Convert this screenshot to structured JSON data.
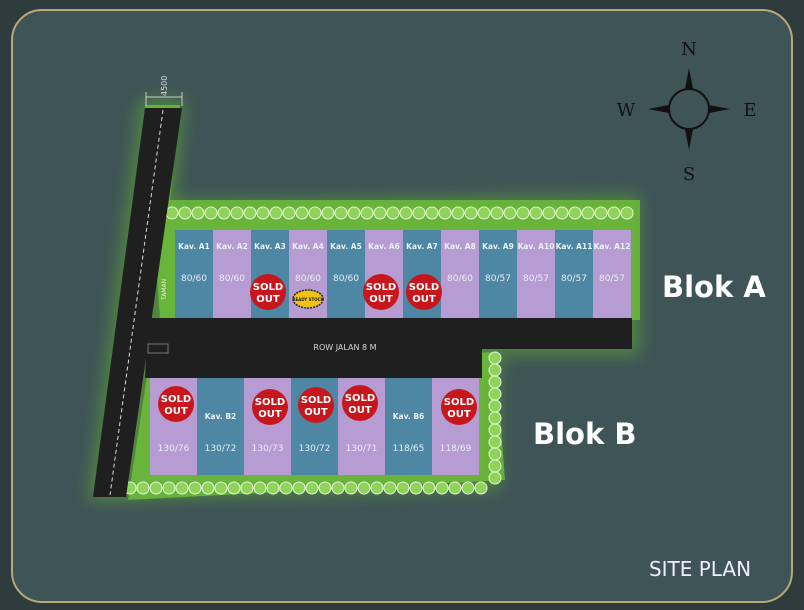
{
  "title": "SITE PLAN",
  "road_label": "ROW JALAN 8 M",
  "road_width_dimension": "4500",
  "park_label": "TAMAN",
  "compass": {
    "n": "N",
    "s": "S",
    "e": "E",
    "w": "W"
  },
  "blocks": [
    {
      "name": "Blok A",
      "lots": [
        {
          "label": "Kav. A1",
          "size": "80/60",
          "status": "available"
        },
        {
          "label": "Kav. A2",
          "size": "80/60",
          "status": "available"
        },
        {
          "label": "Kav. A3",
          "size": "",
          "status": "sold"
        },
        {
          "label": "Kav. A4",
          "size": "80/60",
          "status": "ready"
        },
        {
          "label": "Kav. A5",
          "size": "80/60",
          "status": "available"
        },
        {
          "label": "Kav. A6",
          "size": "",
          "status": "sold"
        },
        {
          "label": "Kav. A7",
          "size": "",
          "status": "sold"
        },
        {
          "label": "Kav. A8",
          "size": "80/60",
          "status": "available"
        },
        {
          "label": "Kav. A9",
          "size": "80/57",
          "status": "available"
        },
        {
          "label": "Kav. A10",
          "size": "80/57",
          "status": "available"
        },
        {
          "label": "Kav. A11",
          "size": "80/57",
          "status": "available"
        },
        {
          "label": "Kav. A12",
          "size": "80/57",
          "status": "available"
        }
      ]
    },
    {
      "name": "Blok B",
      "lots": [
        {
          "label": "",
          "size": "130/76",
          "status": "sold"
        },
        {
          "label": "Kav. B2",
          "size": "130/72",
          "status": "available"
        },
        {
          "label": "",
          "size": "130/73",
          "status": "sold"
        },
        {
          "label": "",
          "size": "130/72",
          "status": "sold"
        },
        {
          "label": "",
          "size": "130/71",
          "status": "sold"
        },
        {
          "label": "Kav. B6",
          "size": "118/65",
          "status": "available"
        },
        {
          "label": "",
          "size": "118/69",
          "status": "sold"
        }
      ]
    }
  ],
  "badges": {
    "sold": "SOLD OUT",
    "sold_line1": "SOLD",
    "sold_line2": "OUT",
    "ready": "READY STOCK"
  },
  "colors": {
    "background": "#3f5457",
    "frame": "#b9a878",
    "lot_blue": "#4d87a3",
    "lot_purple": "#b79cd3",
    "road": "#1f1f1f",
    "green": "#6fbf3a",
    "sold": "#c8161d",
    "ready": "#f2c21b"
  }
}
